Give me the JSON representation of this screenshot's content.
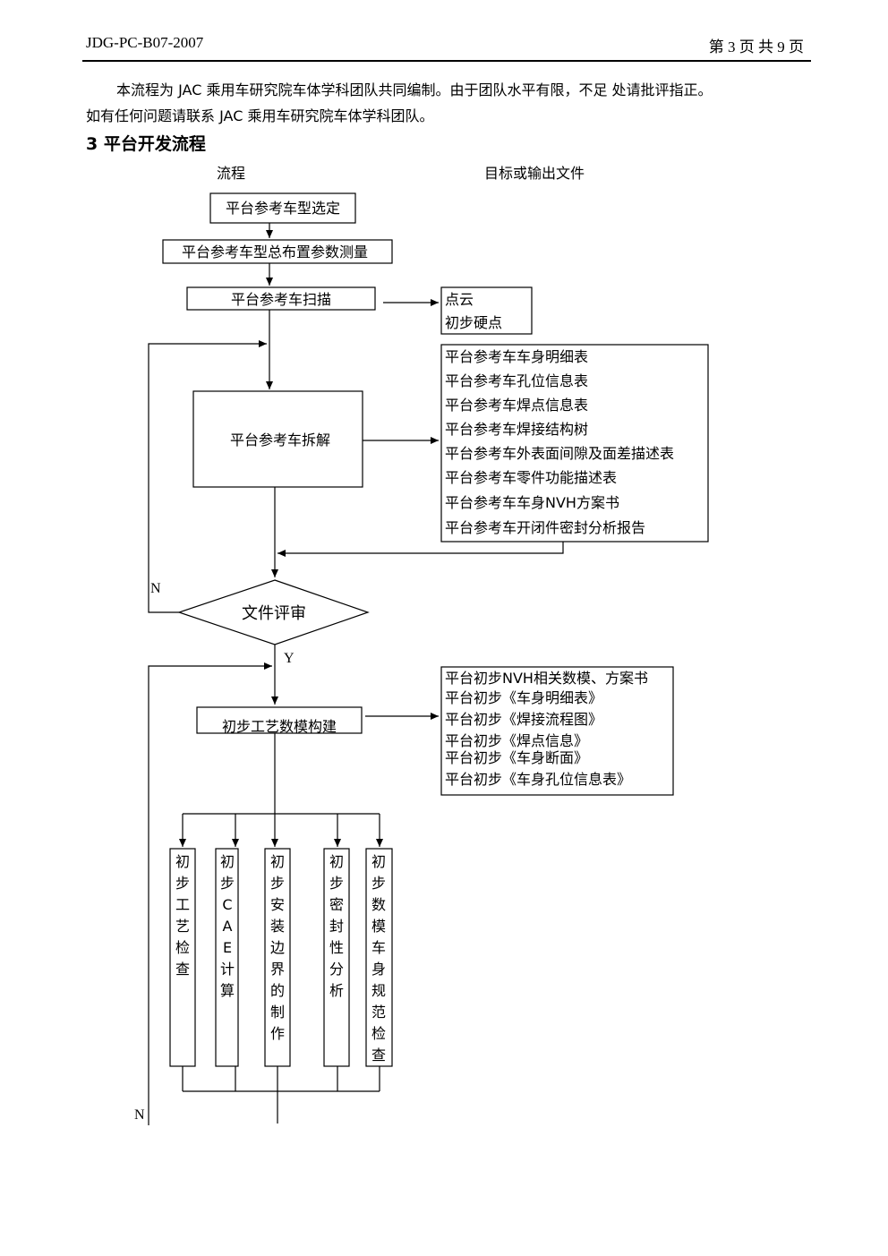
{
  "header": {
    "doc_id": "JDG-PC-B07-2007",
    "page_info": "第 3 页 共 9 页"
  },
  "intro": {
    "line1": "本流程为 JAC 乘用车研究院车体学科团队共同编制。由于团队水平有限，不足 处请批评指正。",
    "line2": "如有任何问题请联系 JAC 乘用车研究院车体学科团队。"
  },
  "section": {
    "title": "3 平台开发流程"
  },
  "columns": {
    "flow": "流程",
    "output": "目标或输出文件"
  },
  "flow": {
    "step_select": "平台参考车型选定",
    "step_measure": "平台参考车型总布置参数测量",
    "step_scan": "平台参考车扫描",
    "step_disassemble": "平台参考车拆解",
    "review": "文件评审",
    "label_n1": "N",
    "label_y": "Y",
    "step_prelim_model": "初步工艺数模构建",
    "sub_steps": [
      "初步工艺检查",
      "初步CAE计算",
      "初步安装边界的制作",
      "初步密封性分析",
      "初步数模车身规范检查"
    ],
    "label_n2": "N"
  },
  "outputs": {
    "scan": [
      "点云",
      "初步硬点"
    ],
    "disassemble": [
      "平台参考车车身明细表",
      "平台参考车孔位信息表",
      "平台参考车焊点信息表",
      "平台参考车焊接结构树",
      "平台参考车外表面间隙及面差描述表",
      "平台参考车零件功能描述表",
      "平台参考车车身NVH方案书",
      "平台参考车开闭件密封分析报告"
    ],
    "prelim": [
      "平台初步NVH相关数模、方案书",
      "平台初步《车身明细表》",
      "平台初步《焊接流程图》",
      "平台初步《焊点信息》",
      "平台初步《车身断面》",
      "平台初步《车身孔位信息表》"
    ]
  }
}
